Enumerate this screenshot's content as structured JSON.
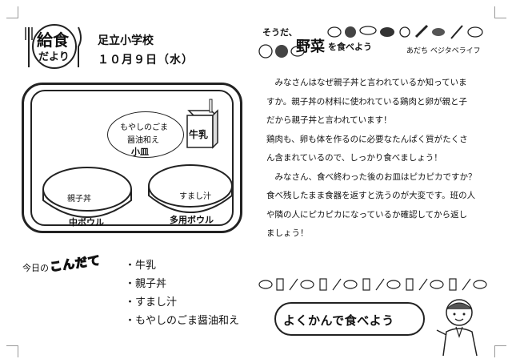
{
  "header": {
    "logo_line1": "給食",
    "logo_line2": "だより",
    "school": "足立小学校",
    "date": "１０月９日（水）"
  },
  "tray": {
    "milk": "牛乳",
    "small_dish_line1": "もやしのごま",
    "small_dish_line2": "醤油和え",
    "small_dish_name": "小皿",
    "medium_bowl_content": "親子丼",
    "medium_bowl_name": "中ボウル",
    "multi_bowl_content": "すまし汁",
    "multi_bowl_name": "多用ボウル"
  },
  "menu": {
    "title_prefix": "今日の",
    "title_main": "こんだて",
    "items": [
      "牛乳",
      "親子丼",
      "すまし汁",
      "もやしのごま醤油和え"
    ]
  },
  "right": {
    "banner_prefix": "そうだ、",
    "banner_main": "野菜",
    "banner_suffix": "を食べよう",
    "banner_small": "あだち ベジタベライフ",
    "paragraph_lines": [
      "　みなさんはなぜ親子丼と言われているか知っていま",
      "すか。親子丼の材料に使われている鶏肉と卵が親と子",
      "だから親子丼と言われています！",
      "鶏肉も、卵も体を作るのに必要なたんぱく質がたくさ",
      "ん含まれているので、しっかり食べましょう！",
      "　みなさん、食べ終わった後のお皿はピカピカですか？",
      "食べ残したまま食器を返すと洗うのが大変です。班の人",
      "や隣の人にピカピカになっているか確認してから返し",
      "ましょう！"
    ],
    "slogan": "よくかんで食べよう"
  },
  "colors": {
    "ink": "#111111",
    "tray_line": "#222222"
  }
}
